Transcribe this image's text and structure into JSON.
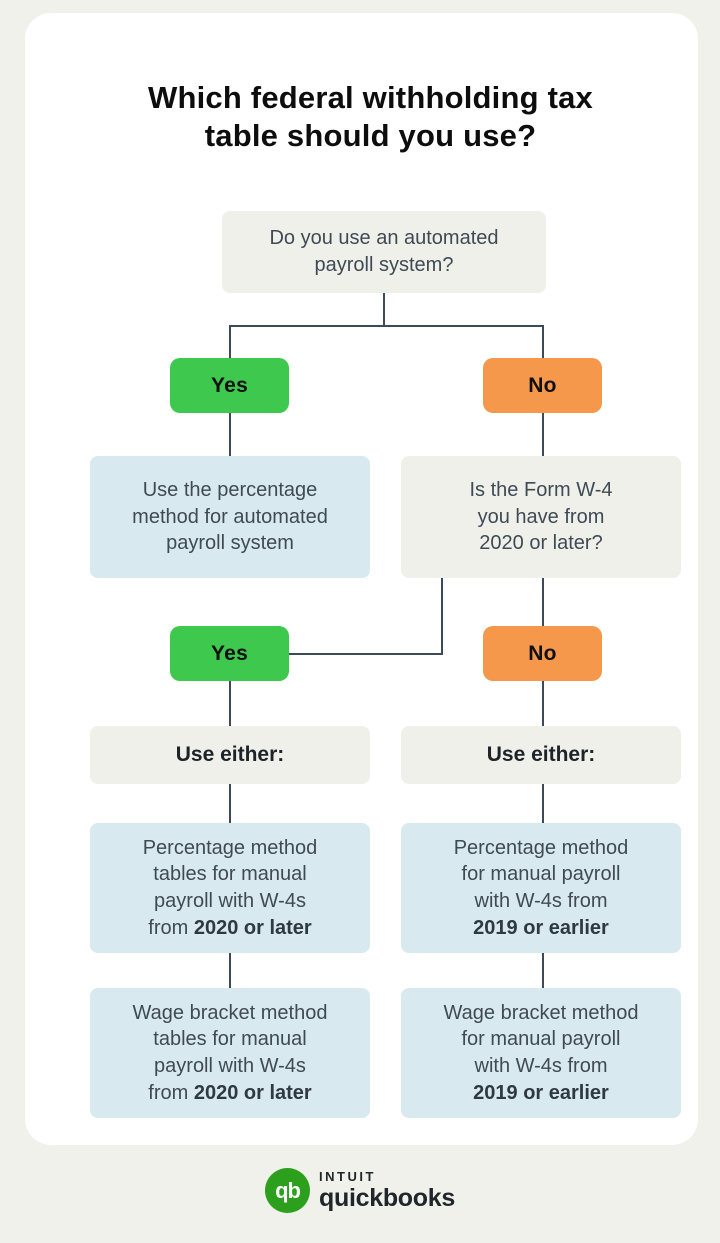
{
  "title": "Which federal withholding tax\ntable should you use?",
  "colors": {
    "page_background": "#F1F1EC",
    "card_background": "#FFFFFF",
    "yes_green": "#3EC84E",
    "no_orange": "#F6984C",
    "result_blue": "#D8E9F0",
    "question_gray": "#F0F0EB",
    "connector": "#3D4A57",
    "body_text": "#3F4A54",
    "quickbooks_green": "#2CA01C"
  },
  "flow": {
    "q_automated": "Do you use an automated\npayroll system?",
    "yes_1": "Yes",
    "no_1": "No",
    "result_percentage_automated": "Use the percentage\nmethod for automated\npayroll system",
    "q_w4": "Is the Form W-4\nyou have from\n2020 or later?",
    "yes_2": "Yes",
    "no_2": "No",
    "use_either_left": "Use either:",
    "use_either_right": "Use either:",
    "pct_manual_2020": {
      "text": "Percentage method\ntables for manual\npayroll with W-4s\nfrom ",
      "bold": "2020 or later"
    },
    "pct_manual_2019": {
      "text": "Percentage method\nfor manual payroll\nwith W-4s from\n",
      "bold": "2019 or earlier"
    },
    "wage_manual_2020": {
      "text": "Wage bracket method\ntables for manual\npayroll with W-4s\nfrom ",
      "bold": "2020 or later"
    },
    "wage_manual_2019": {
      "text": "Wage bracket method\nfor manual payroll\nwith W-4s from\n",
      "bold": "2019 or earlier"
    }
  },
  "footer": {
    "brand_icon": "qb",
    "brand_top": "INTUIT",
    "brand_bottom": "quickbooks"
  }
}
